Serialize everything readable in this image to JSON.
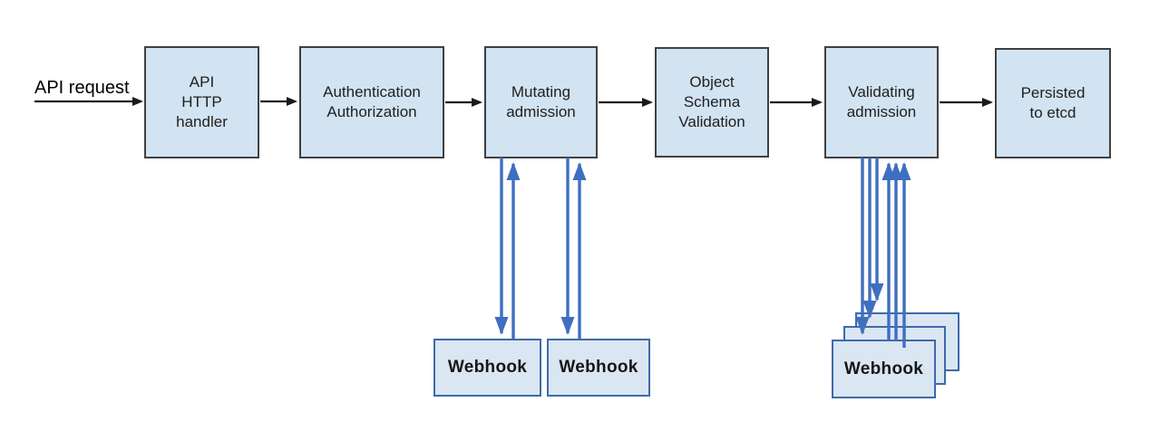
{
  "diagram": {
    "type": "flowchart",
    "subject": "API request admission flow with admission webhooks",
    "flow_label": "API request",
    "nodes": [
      {
        "id": "api-http-handler",
        "lines": [
          "API",
          "HTTP",
          "handler"
        ]
      },
      {
        "id": "authentication-authorization",
        "lines": [
          "Authentication",
          "Authorization"
        ]
      },
      {
        "id": "mutating-admission",
        "lines": [
          "Mutating",
          "admission"
        ]
      },
      {
        "id": "object-schema-validation",
        "lines": [
          "Object",
          "Schema",
          "Validation"
        ]
      },
      {
        "id": "validating-admission",
        "lines": [
          "Validating",
          "admission"
        ]
      },
      {
        "id": "persisted-to-etcd",
        "lines": [
          "Persisted",
          "to etcd"
        ]
      }
    ],
    "webhooks": {
      "mutating": [
        {
          "label": "Webhook"
        },
        {
          "label": "Webhook"
        }
      ],
      "validating": {
        "label": "Webhook",
        "stack_count": 3
      }
    },
    "connections": [
      {
        "from": "api-request",
        "to": "api-http-handler",
        "style": "black-arrow"
      },
      {
        "from": "api-http-handler",
        "to": "authentication-authorization",
        "style": "black-arrow"
      },
      {
        "from": "authentication-authorization",
        "to": "mutating-admission",
        "style": "black-arrow"
      },
      {
        "from": "mutating-admission",
        "to": "object-schema-validation",
        "style": "black-arrow"
      },
      {
        "from": "object-schema-validation",
        "to": "validating-admission",
        "style": "black-arrow"
      },
      {
        "from": "validating-admission",
        "to": "persisted-to-etcd",
        "style": "black-arrow"
      },
      {
        "from": "mutating-admission",
        "to": "mutating-webhook-1",
        "style": "blue-bidirectional"
      },
      {
        "from": "mutating-admission",
        "to": "mutating-webhook-2",
        "style": "blue-bidirectional"
      },
      {
        "from": "validating-admission",
        "to": "validating-webhook-stack",
        "style": "blue-bidirectional-x3"
      }
    ],
    "colors": {
      "node_fill": "#d2e3f1",
      "node_border": "#404040",
      "webhook_fill": "#dbe6f3",
      "webhook_border": "#3c6baa",
      "flow_arrow": "#1a1a1a",
      "webhook_arrow": "#3e6fc0"
    }
  }
}
